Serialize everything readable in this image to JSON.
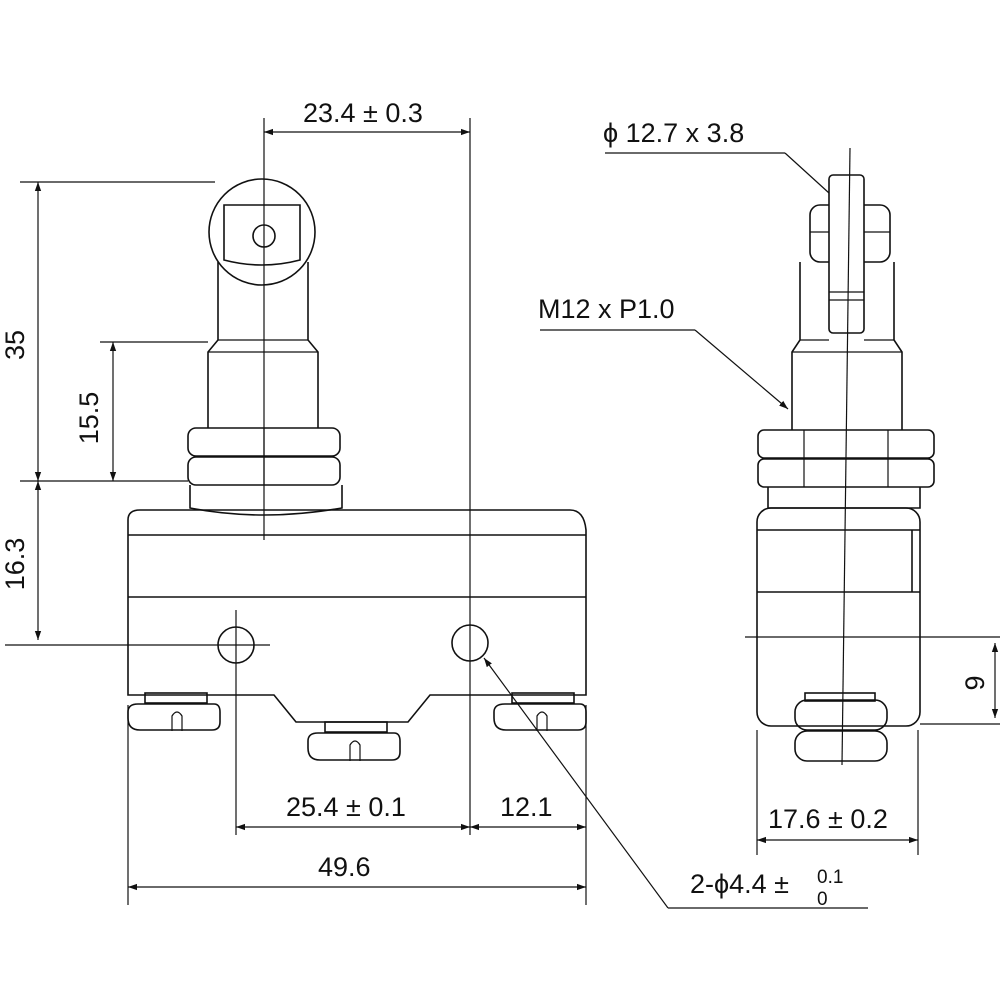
{
  "dimensions": {
    "roller_offset": "23.4 ± 0.3",
    "roller_size": "ϕ 12.7 x 3.8",
    "thread": "M12 x P1.0",
    "height_total": "35",
    "height_plunger": "15.5",
    "height_body": "16.3",
    "hole_spacing": "25.4 ± 0.1",
    "hole_edge": "12.1",
    "body_width": "49.6",
    "holes_prefix": "2-ϕ4.4 ±",
    "holes_tol_upper": "0.1",
    "holes_tol_lower": "0",
    "side_width": "17.6 ± 0.2",
    "side_hole_height": "9"
  }
}
